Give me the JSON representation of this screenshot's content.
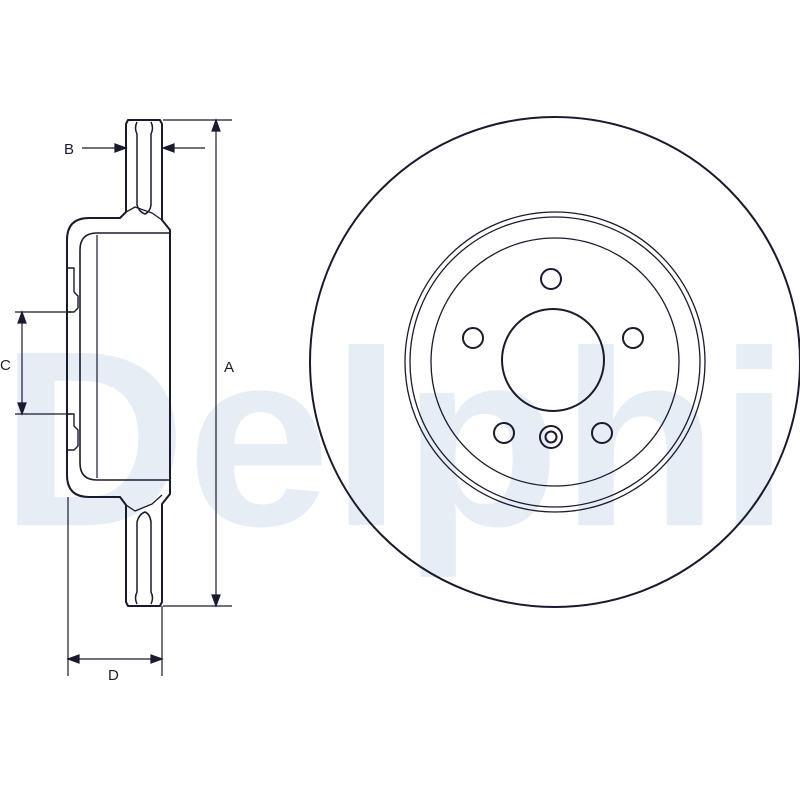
{
  "watermark": {
    "text": "Delphi",
    "color": "#e6edf5"
  },
  "colors": {
    "stroke": "#1a1a2e",
    "background": "#ffffff"
  },
  "labels": {
    "a": "A",
    "b": "B",
    "c": "C",
    "d": "D"
  },
  "disc": {
    "bolt_holes": 5
  }
}
